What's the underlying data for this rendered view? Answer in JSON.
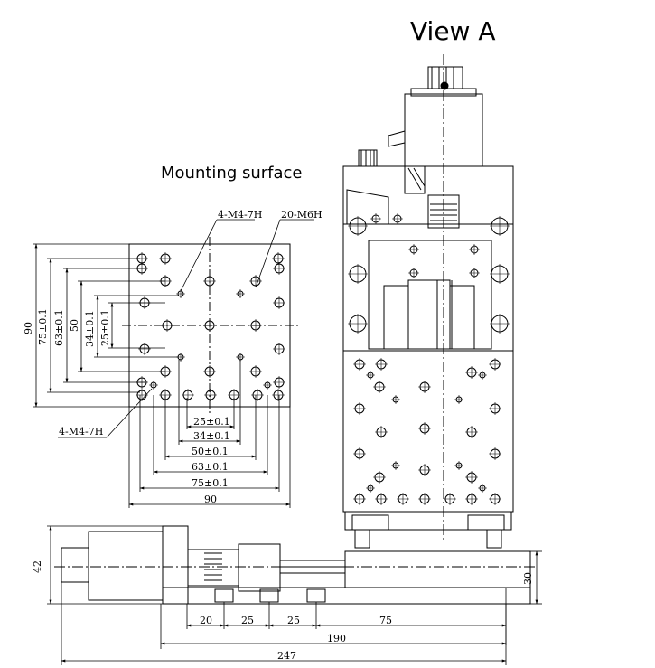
{
  "view_title": "View A",
  "mounting_title": "Mounting surface",
  "callouts": {
    "m4_top": "4-M4-7H",
    "m6": "20-M6H",
    "m4_bottom": "4-M4-7H"
  },
  "top_dims": {
    "d25": "25±0.1",
    "d34": "34±0.1",
    "d50": "50±0.1",
    "d63": "63±0.1",
    "d75": "75±0.1",
    "d90": "90"
  },
  "left_dims": {
    "d90": "90",
    "d75": "75±0.1",
    "d63": "63±0.1",
    "d50": "50",
    "d34": "34±0.1",
    "d25": "25±0.1"
  },
  "side_dims": {
    "h42": "42",
    "h30": "30",
    "s20": "20",
    "s25a": "25",
    "s25b": "25",
    "s75": "75",
    "l190": "190",
    "l247": "247"
  }
}
